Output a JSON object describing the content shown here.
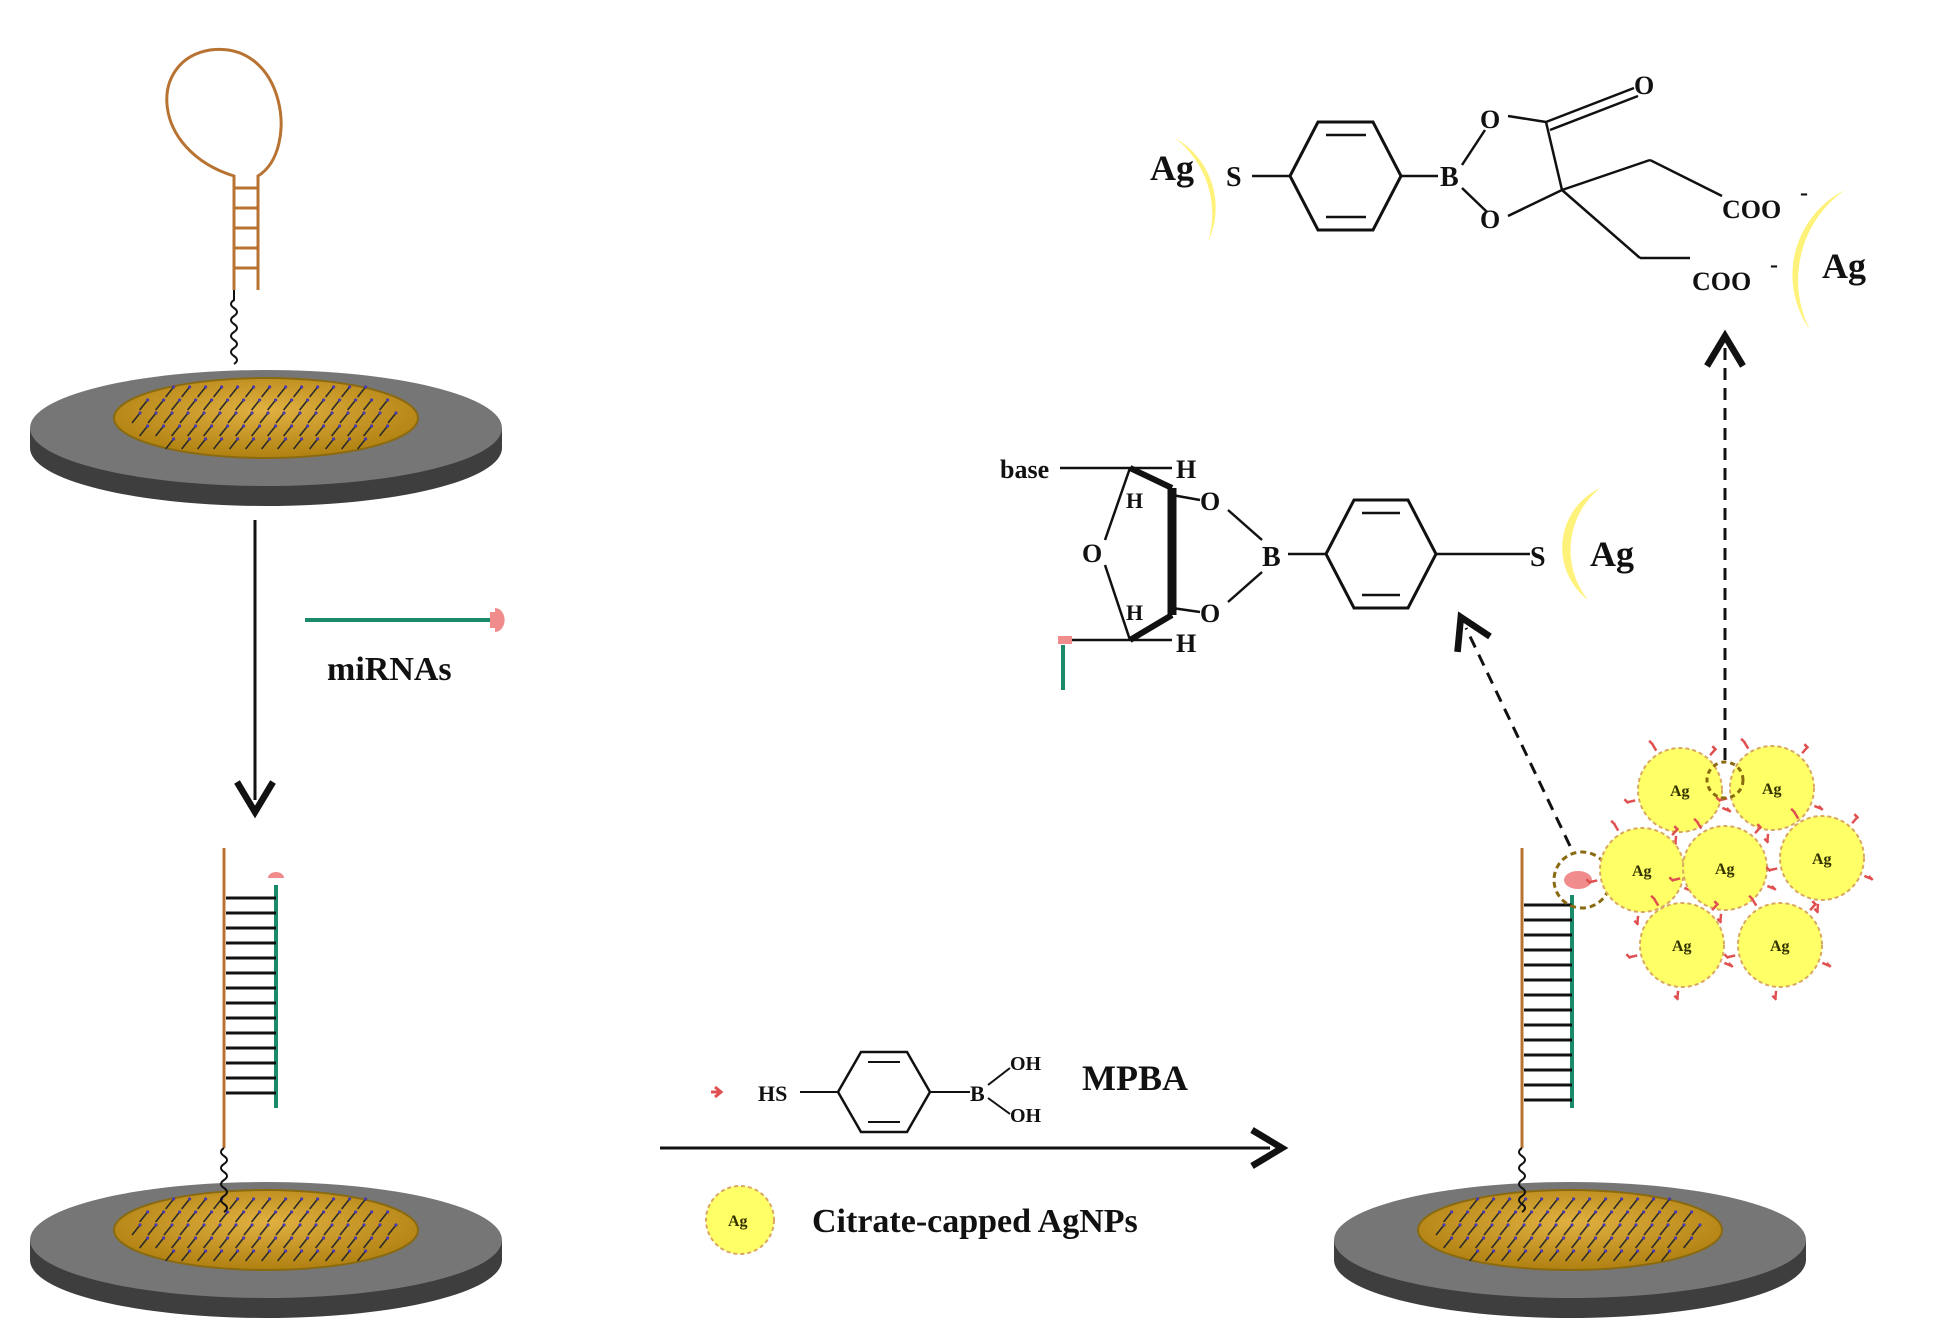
{
  "labels": {
    "mirnas": "miRNAs",
    "mpba": "MPBA",
    "citrate_agnps": "Citrate-capped AgNPs"
  },
  "chem": {
    "ag": "Ag",
    "s": "S",
    "b": "B",
    "o": "O",
    "h": "H",
    "base": "base",
    "coo": "COO",
    "minus": "-",
    "hs": "HS",
    "oh": "OH"
  },
  "colors": {
    "hairpin": "#b87333",
    "duplex_rung": "#111111",
    "mirna": "#1a8a6a",
    "tag": "#f08c8c",
    "gold": "#c79a1e",
    "disk_gray": "#6a6a6a",
    "agnp": "#ffff66",
    "crescent": "#fff27a"
  }
}
